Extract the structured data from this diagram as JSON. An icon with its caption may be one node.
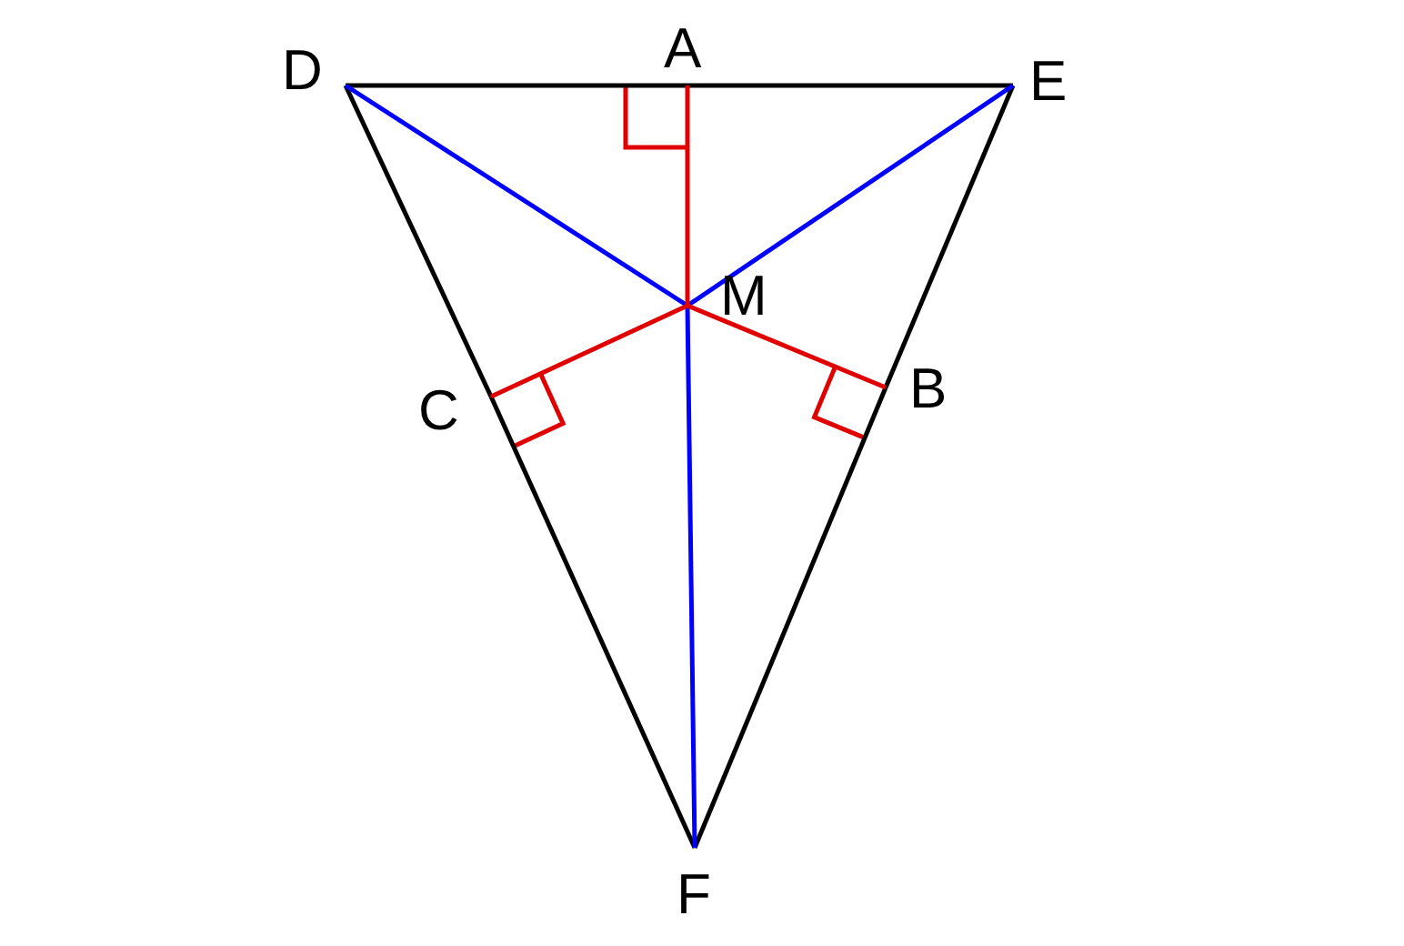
{
  "diagram": {
    "nodes": [
      {
        "text": [
          "D"
        ]
      },
      {
        "text": [
          "A"
        ]
      },
      {
        "text": [
          "E"
        ]
      },
      {
        "text": [
          "M"
        ]
      },
      {
        "text": [
          "C"
        ]
      },
      {
        "text": [
          "B"
        ]
      },
      {
        "text": [
          "F"
        ]
      }
    ],
    "edges": [
      {
        "from": 0,
        "to": 1,
        "arrow": "none"
      },
      {
        "from": 1,
        "to": 2,
        "arrow": "none"
      },
      {
        "from": 2,
        "to": 5,
        "arrow": "none"
      },
      {
        "from": 5,
        "to": 6,
        "arrow": "none"
      },
      {
        "from": 6,
        "to": 4,
        "arrow": "none"
      },
      {
        "from": 4,
        "to": 0,
        "arrow": "none"
      },
      {
        "from": 3,
        "to": 0,
        "arrow": "none",
        "color": "#0000ff"
      },
      {
        "from": 3,
        "to": 2,
        "arrow": "none",
        "color": "#0000ff"
      },
      {
        "from": 3,
        "to": 6,
        "arrow": "none",
        "color": "#0000ff"
      },
      {
        "from": 3,
        "to": 1,
        "arrow": "none",
        "color": "#e00000"
      },
      {
        "from": 3,
        "to": 5,
        "arrow": "none",
        "color": "#e00000"
      },
      {
        "from": 3,
        "to": 4,
        "arrow": "none",
        "color": "#e00000"
      }
    ]
  }
}
